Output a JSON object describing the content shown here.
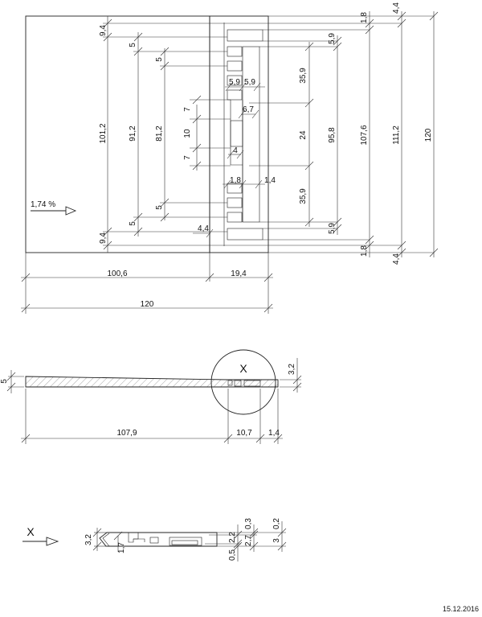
{
  "plan": {
    "dims_bottom": [
      "100,6",
      "19,4",
      "120"
    ],
    "dims_left_inner": [
      "9,4",
      "101,2",
      "9,4",
      "5",
      "91,2",
      "5",
      "5",
      "81,2",
      "5"
    ],
    "dims_middle": [
      "7",
      "10",
      "7",
      "5,9",
      "5,9",
      "6,7",
      "4",
      "1,8",
      "1,4",
      "4,4"
    ],
    "dims_right": [
      "35,9",
      "24",
      "35,9",
      "5,9",
      "95,8",
      "5,9",
      "1,8",
      "107,6",
      "1,8",
      "111,2",
      "4,4",
      "120",
      "4,4"
    ],
    "slope": "1,74 %"
  },
  "section": {
    "marker": "X",
    "dims": [
      "5",
      "3,2",
      "107,9",
      "10,7",
      "1,4"
    ]
  },
  "detail": {
    "marker": "X",
    "dims": [
      "3,2",
      "1,7",
      "2,2",
      "0,5",
      "2,7",
      "0,3",
      "0,2",
      "3"
    ]
  },
  "date": "15.12.2016"
}
